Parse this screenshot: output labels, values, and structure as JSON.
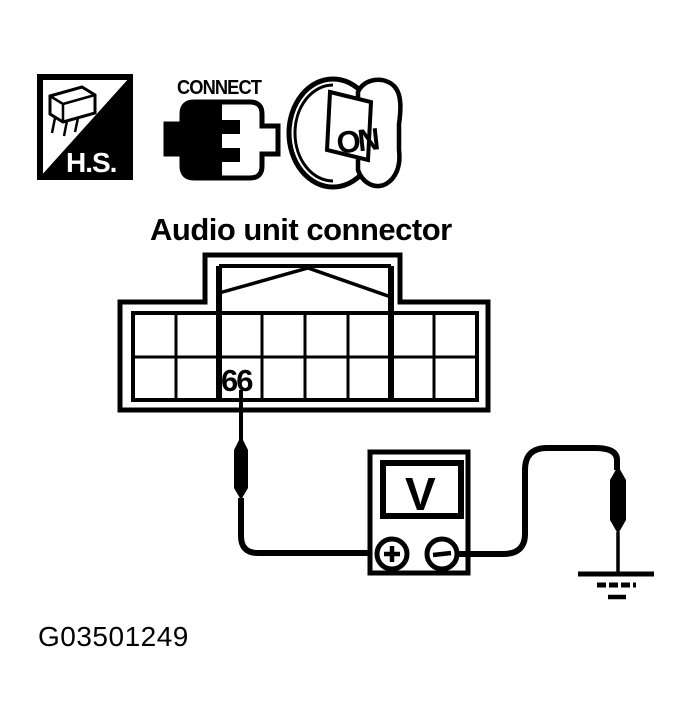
{
  "figure_id": "G03501249",
  "colors": {
    "ink": "#000000",
    "paper": "#ffffff"
  },
  "symbols": {
    "hs_label": "H.S.",
    "connect_label": "CONNECT",
    "ignition_label": "ON"
  },
  "diagram": {
    "title": "Audio unit connector",
    "connector": {
      "rows": 2,
      "columns": 8,
      "probed_terminal": "66"
    },
    "voltmeter": {
      "display_label": "V",
      "positive_terminal": "+",
      "negative_terminal": "−"
    },
    "ground": "chassis-ground-symbol"
  }
}
